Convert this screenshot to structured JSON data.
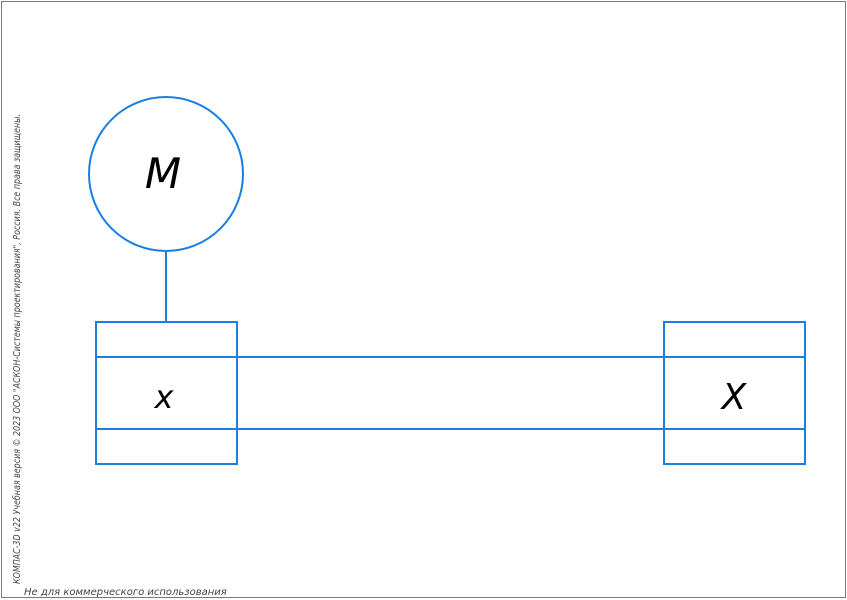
{
  "diagram": {
    "motor_label": "M",
    "left_box_label": "x",
    "right_box_label": "X",
    "line_color": "#1a7fe0"
  },
  "watermark": {
    "vertical_text": "КОМПАС-3D v22 Учебная версия © 2023 ООО \"АСКОН-Системы проектирования\", Россия. Все права защищены.",
    "bottom_text": "Не для коммерческого использования"
  }
}
